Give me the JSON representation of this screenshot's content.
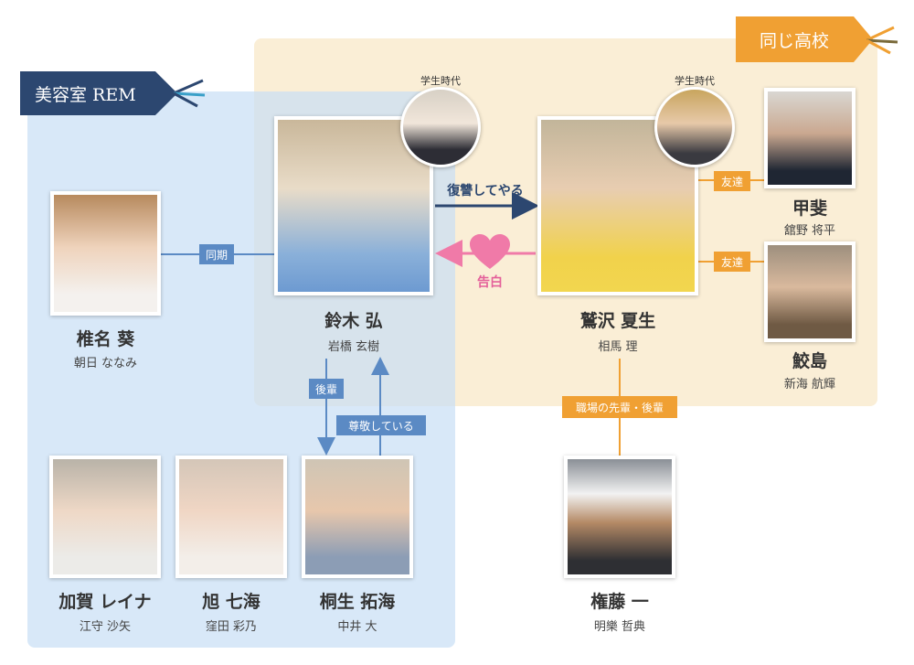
{
  "groups": {
    "rem_label": "美容室 REM",
    "school_label": "同じ高校"
  },
  "people": {
    "suzuki": {
      "name": "鈴木 弘",
      "actor": "岩橋 玄樹",
      "school_caption": "学生時代"
    },
    "washizawa": {
      "name": "鷲沢 夏生",
      "actor": "相馬 理",
      "school_caption": "学生時代"
    },
    "shiina": {
      "name": "椎名 葵",
      "actor": "朝日 ななみ"
    },
    "kai": {
      "name": "甲斐",
      "actor": "舘野 将平"
    },
    "samejima": {
      "name": "鮫島",
      "actor": "新海 航輝"
    },
    "kaga": {
      "name": "加賀 レイナ",
      "actor": "江守 沙矢"
    },
    "asahi": {
      "name": "旭 七海",
      "actor": "窪田 彩乃"
    },
    "kiryu": {
      "name": "桐生 拓海",
      "actor": "中井 大"
    },
    "gondo": {
      "name": "権藤 一",
      "actor": "明樂 哲典"
    }
  },
  "relations": {
    "douki": "同期",
    "fukushu": "復讐してやる",
    "kokuhaku": "告白",
    "tomodachi1": "友達",
    "tomodachi2": "友達",
    "kouhai": "後輩",
    "sonkei": "尊敬している",
    "shokuba": "職場の先輩・後輩"
  },
  "colors": {
    "rem_bg": "#d7e6f6",
    "school_bg": "#faeed6",
    "navy": "#2c4770",
    "orange": "#f0a033",
    "pink": "#f07aa8",
    "blue_line": "#5b8ac4"
  }
}
